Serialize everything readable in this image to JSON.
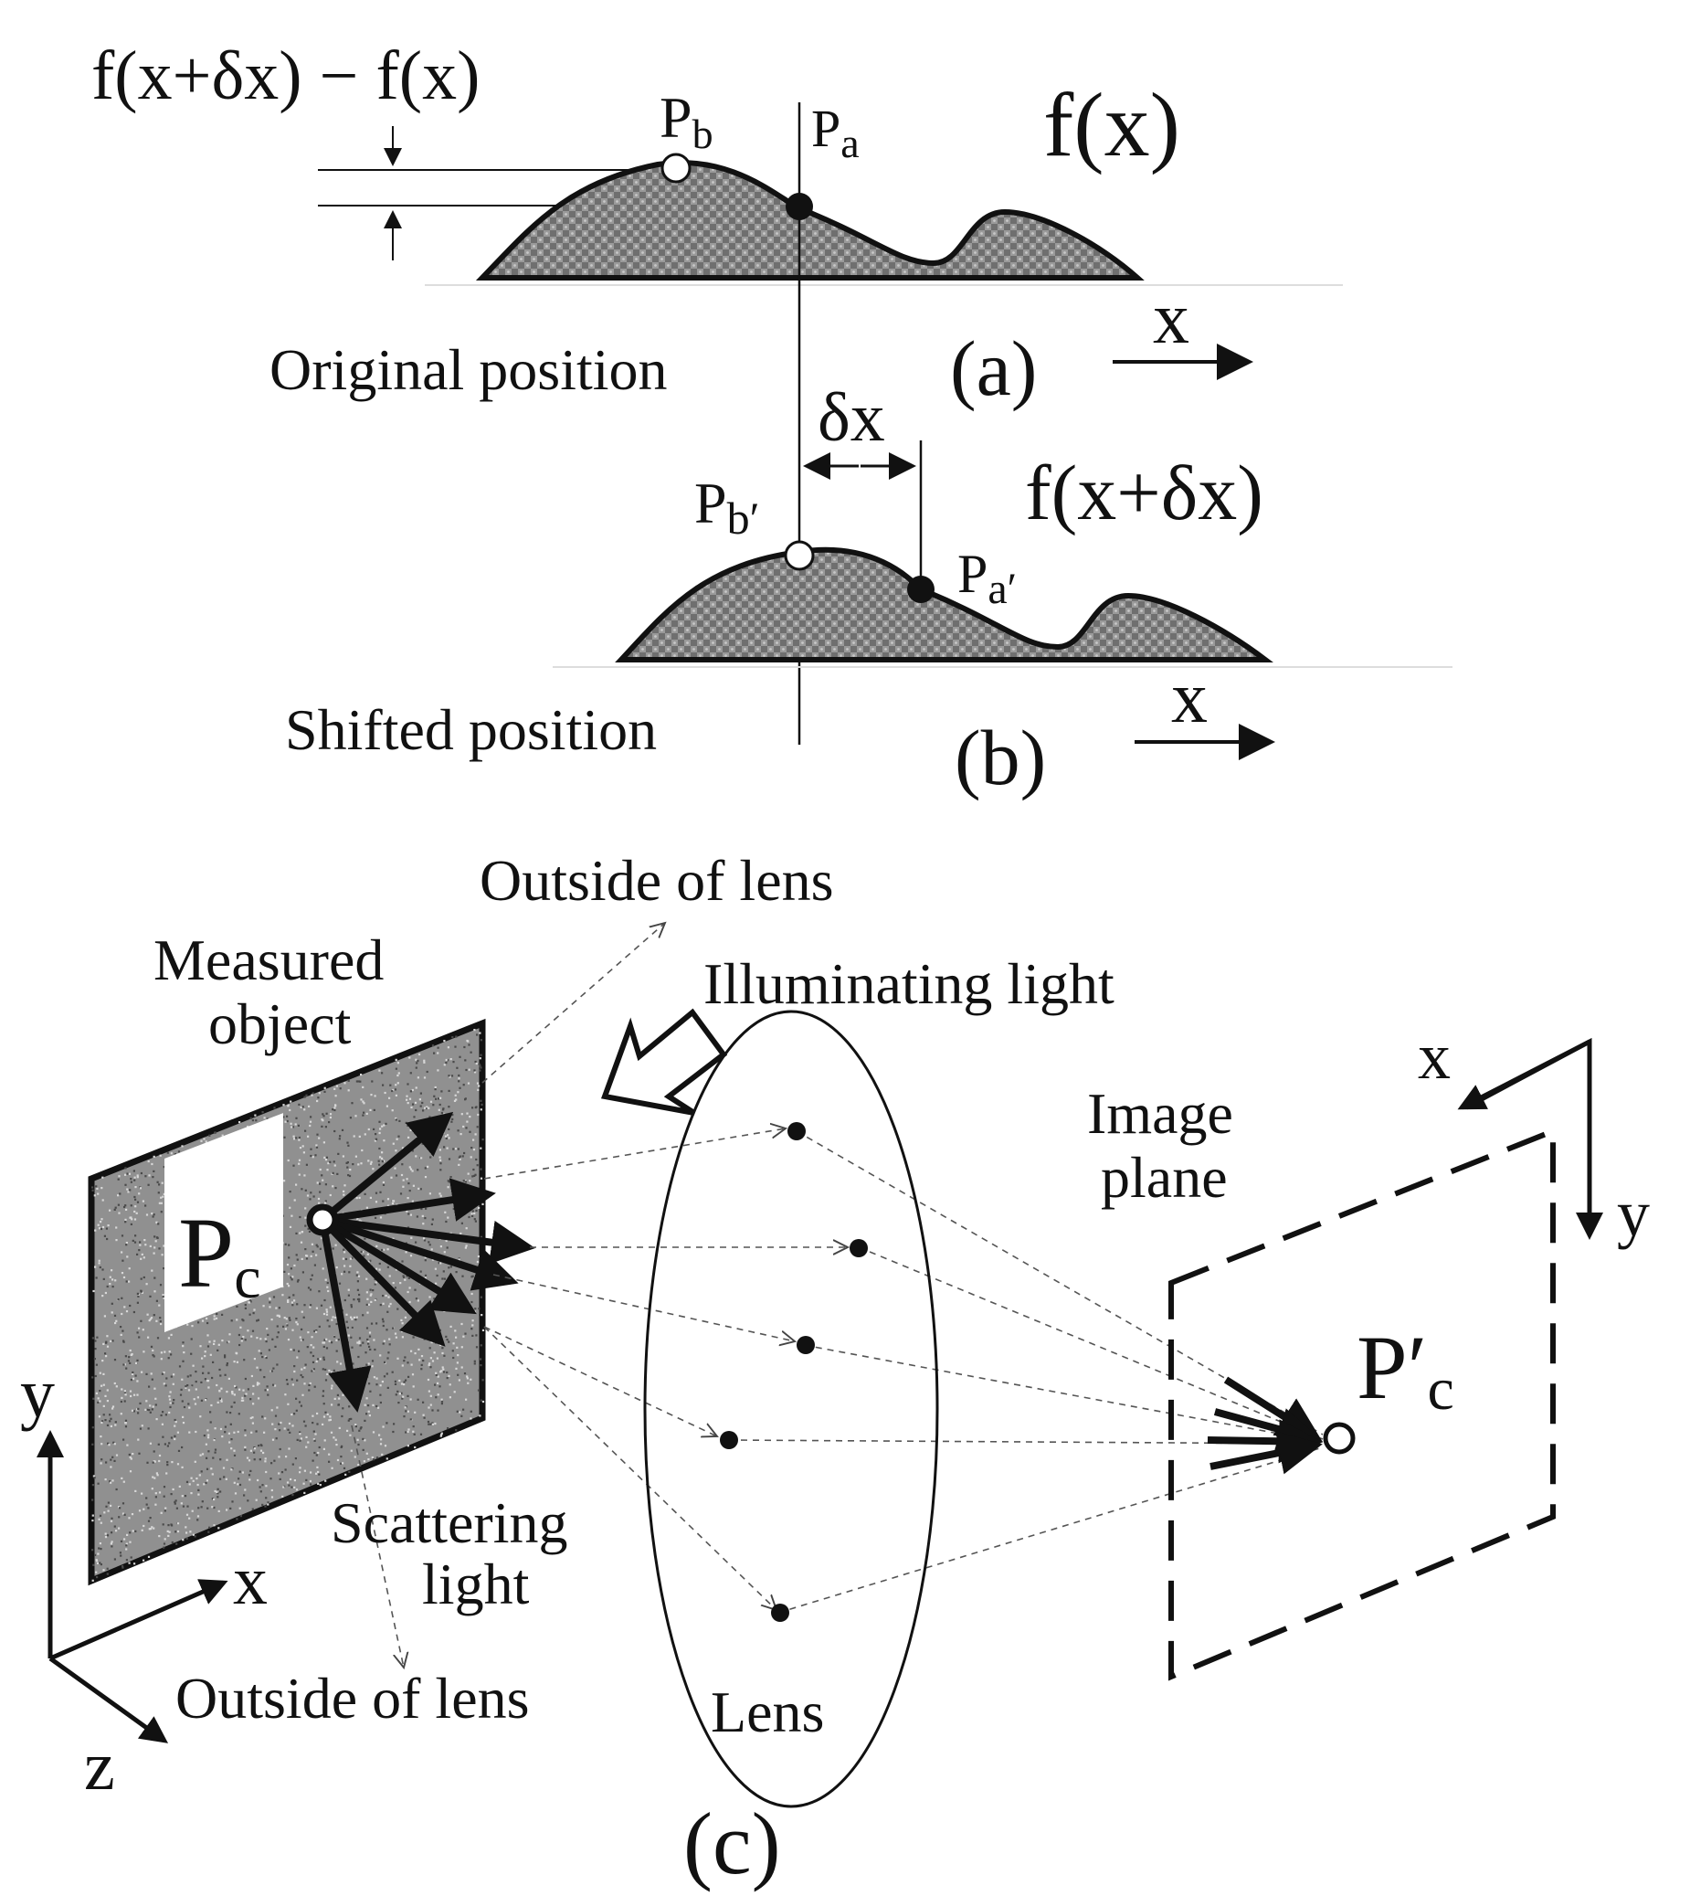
{
  "panel_a": {
    "difference_label": "f(x+δx) − f(x)",
    "point_b": "P",
    "point_b_sub": "b",
    "point_a": "P",
    "point_a_sub": "a",
    "function_label": "f(x)",
    "axis_label": "x",
    "caption": "(a)",
    "position_label": "Original position"
  },
  "panel_b": {
    "shift_label": "δx",
    "point_b": "P",
    "point_b_sub": "b′",
    "point_a": "P",
    "point_a_sub": "a′",
    "function_label": "f(x+δx)",
    "axis_label": "x",
    "caption": "(b)",
    "position_label": "Shifted position"
  },
  "panel_c": {
    "outside_lens_top": "Outside of lens",
    "measured_object_line1": "Measured",
    "measured_object_line2": "object",
    "illuminating_light": "Illuminating light",
    "image_plane_line1": "Image",
    "image_plane_line2": "plane",
    "plane_axis_x": "x",
    "plane_axis_y": "y",
    "point_c": "P",
    "point_c_sub": "c",
    "point_c_image": "P′",
    "point_c_image_sub": "c",
    "world_axis_y": "y",
    "world_axis_x": "x",
    "world_axis_z": "z",
    "scattering_line1": "Scattering",
    "scattering_line2": "light",
    "outside_lens_bottom": "Outside of lens",
    "lens_label": "Lens",
    "caption": "(c)"
  },
  "colors": {
    "ink": "#111111",
    "profile_fill": "#8a8a8a",
    "speckle_fill": "#8f8f8f"
  }
}
